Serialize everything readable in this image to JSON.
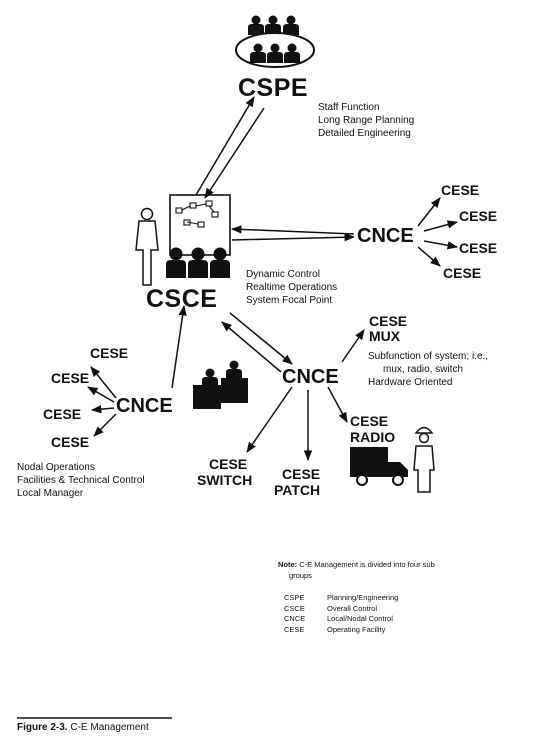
{
  "nodes": {
    "cspe": "CSPE",
    "csce": "CSCE",
    "cnce_right": "CNCE",
    "cnce_mid": "CNCE",
    "cnce_left": "CNCE"
  },
  "cspe_functions": [
    "Staff Function",
    "Long Range Planning",
    "Detailed Engineering"
  ],
  "csce_functions": [
    "Dynamic Control",
    "Realtime Operations",
    "System Focal Point"
  ],
  "cnce_right_children": [
    "CESE",
    "CESE",
    "CESE",
    "CESE"
  ],
  "cnce_left_children": [
    "CESE",
    "CESE",
    "CESE",
    "CESE"
  ],
  "cnce_mid_children": {
    "mux": [
      "CESE",
      "MUX"
    ],
    "radio": [
      "CESE",
      "RADIO"
    ],
    "switch": [
      "CESE",
      "SWITCH"
    ],
    "patch": [
      "CESE",
      "PATCH"
    ]
  },
  "mux_subfunction": [
    "Subfunction of system; i.e.,",
    "mux, radio, switch",
    "Hardware Oriented"
  ],
  "nodal_functions": [
    "Nodal Operations",
    "Facilities & Technical Control",
    "Local Manager"
  ],
  "note": {
    "label": "Note:",
    "text": "C-E Management is divided into four sub",
    "text_cont": "groups",
    "legend": [
      {
        "code": "CSPE",
        "desc": "Planning/Engineering"
      },
      {
        "code": "CSCE",
        "desc": "Overall Control"
      },
      {
        "code": "CNCE",
        "desc": "Local/Nodal Control"
      },
      {
        "code": "CESE",
        "desc": "Operating Facility"
      }
    ]
  },
  "caption": {
    "label": "Figure 2-3.",
    "text": "C-E Management"
  }
}
